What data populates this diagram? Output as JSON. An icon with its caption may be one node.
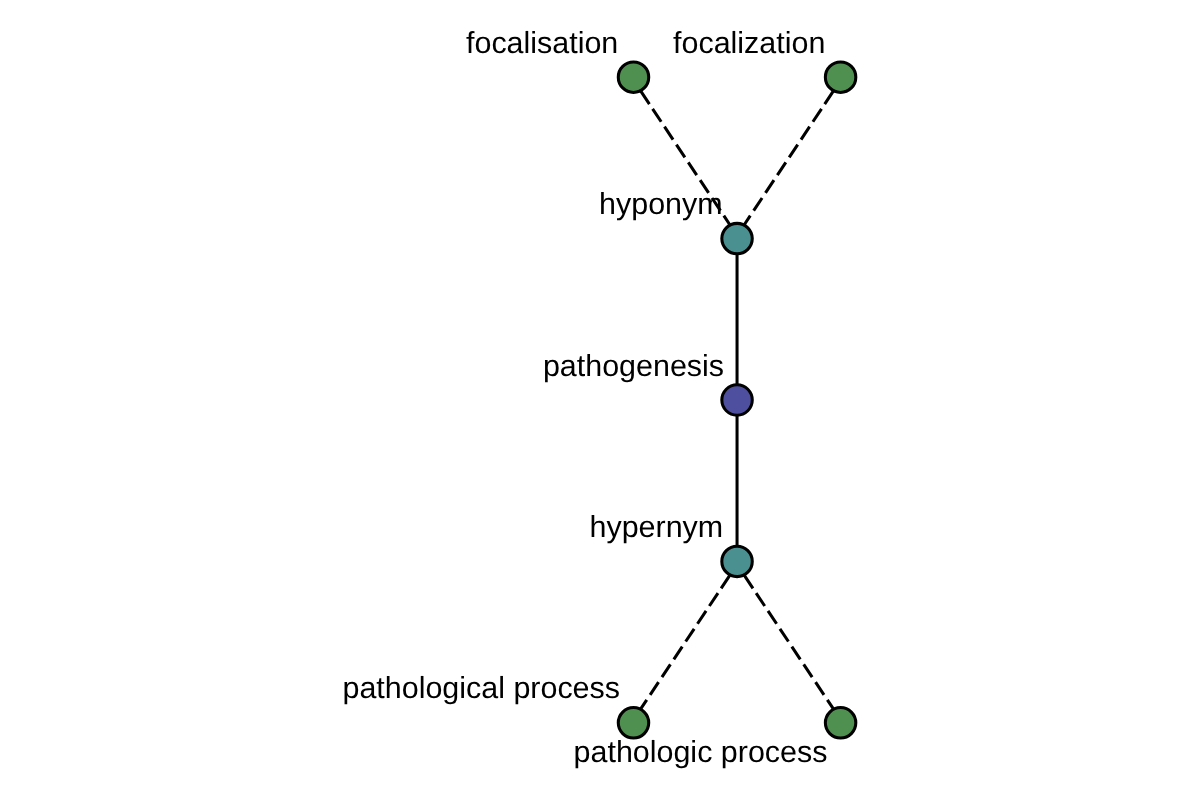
{
  "diagram": {
    "nodes": [
      {
        "text": [],
        "shape": "circle",
        "beside": [
          "focalisation"
        ]
      },
      {
        "text": [],
        "shape": "circle",
        "beside": [
          "focalization"
        ]
      },
      {
        "text": [],
        "shape": "circle",
        "beside": [
          "hyponym"
        ]
      },
      {
        "text": [],
        "shape": "circle",
        "beside": [
          "pathogenesis"
        ]
      },
      {
        "text": [],
        "shape": "circle",
        "beside": [
          "hypernym"
        ]
      },
      {
        "text": [],
        "shape": "circle",
        "beside": [
          "pathological process"
        ]
      },
      {
        "text": [],
        "shape": "circle",
        "beside": [
          "pathologic process"
        ]
      }
    ],
    "edges": [
      {
        "from": 0,
        "to": 2,
        "arrow": "none",
        "style": "dashed"
      },
      {
        "from": 1,
        "to": 2,
        "arrow": "none",
        "style": "dashed"
      },
      {
        "from": 2,
        "to": 3,
        "arrow": "none"
      },
      {
        "from": 3,
        "to": 4,
        "arrow": "none"
      },
      {
        "from": 4,
        "to": 5,
        "arrow": "none",
        "style": "dashed"
      },
      {
        "from": 4,
        "to": 6,
        "arrow": "none",
        "style": "dashed"
      }
    ]
  }
}
